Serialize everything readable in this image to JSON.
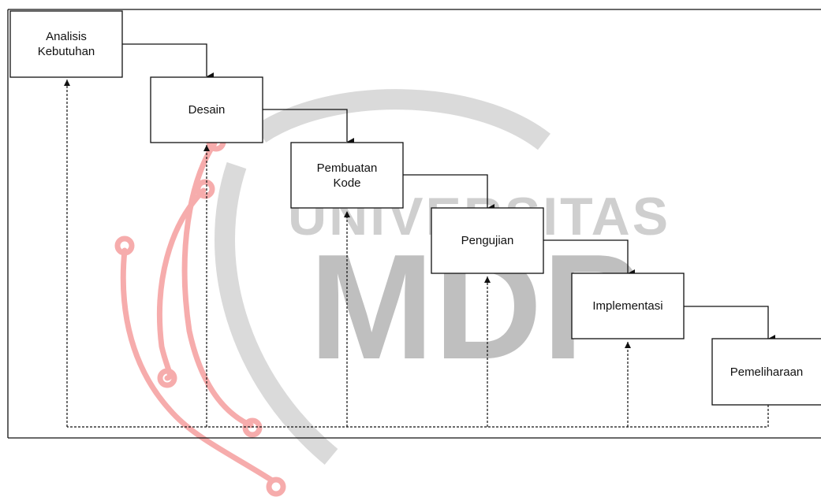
{
  "diagram": {
    "steps": [
      {
        "id": "analisis",
        "lines": [
          "Analisis",
          "Kebutuhan"
        ]
      },
      {
        "id": "desain",
        "lines": [
          "Desain"
        ]
      },
      {
        "id": "pembuatan-kode",
        "lines": [
          "Pembuatan",
          "Kode"
        ]
      },
      {
        "id": "pengujian",
        "lines": [
          "Pengujian"
        ]
      },
      {
        "id": "implementasi",
        "lines": [
          "Implementasi"
        ]
      },
      {
        "id": "pemeliharaan",
        "lines": [
          "Pemeliharaan"
        ]
      }
    ],
    "flow": "waterfall",
    "feedback": "dashed lines from Pemeliharaan back to every earlier stage"
  },
  "watermark": {
    "line1": "UNIVERSITAS",
    "line2": "MDP",
    "colors": {
      "text": "#8c8c8c",
      "circuit": "#f06a6a"
    }
  }
}
